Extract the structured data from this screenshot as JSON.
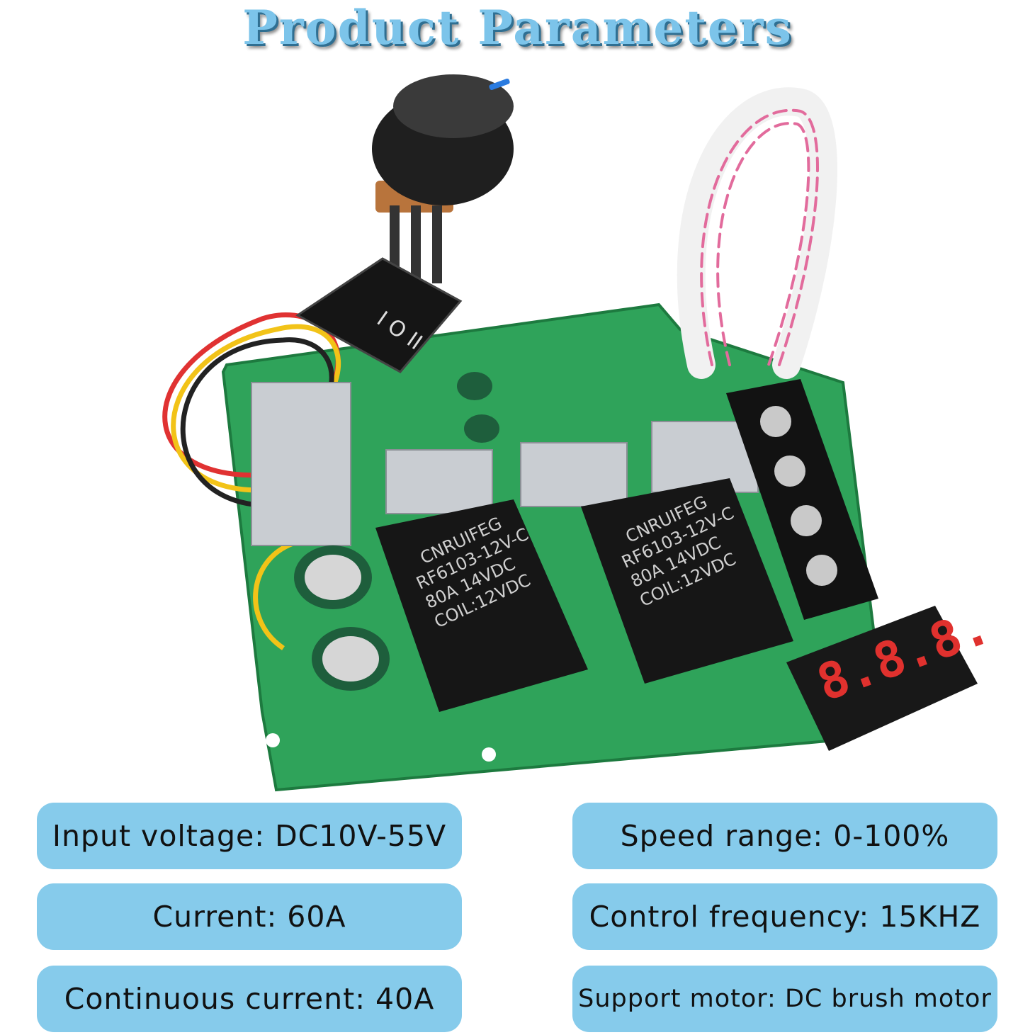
{
  "title": "Product Parameters",
  "board": {
    "relay_text": [
      "CNRUIFEG",
      "RF6103-12V-C",
      "80A   14VDC",
      "COIL:12VDC"
    ],
    "display_text": "8.8.8.",
    "switch_marks": "I  O  II"
  },
  "specs": {
    "input_voltage": "Input voltage: DC10V-55V",
    "speed_range": "Speed range: 0-100%",
    "current": "Current: 60A",
    "control_frequency": "Control frequency: 15KHZ",
    "continuous_current": "Continuous current: 40A",
    "support_motor": "Support motor: DC brush motor"
  },
  "colors": {
    "pill": "#86cbeb",
    "title": "#7cc4ea",
    "pcb": "#2fa35a"
  }
}
